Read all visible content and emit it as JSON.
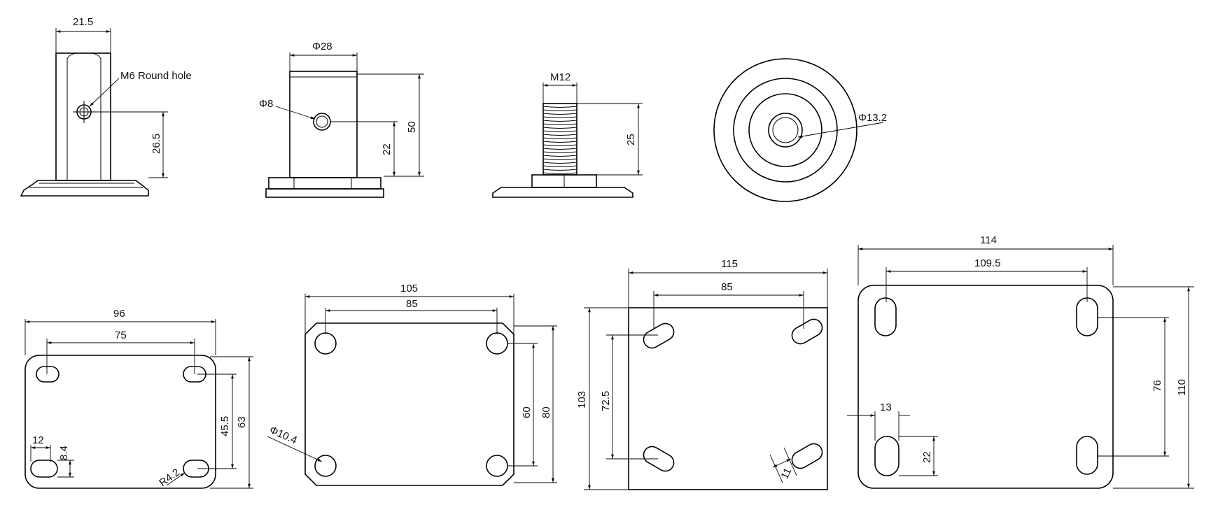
{
  "dimensions": {
    "stem_width": "21.5",
    "stem_hole_note": "M6 Round hole",
    "stem_hole_height": "26.5",
    "post_diameter": "Φ28",
    "post_hole_diameter": "Φ8",
    "post_hole_height": "22",
    "post_height": "50",
    "thread_size": "M12",
    "thread_length": "25",
    "base_center_diameter": "Φ13.2",
    "p1_width": "96",
    "p1_hole_spacing": "75",
    "p1_hole_vert": "45.5",
    "p1_height": "63",
    "p1_slot_len": "12",
    "p1_slot_w": "8.4",
    "p1_radius": "R4.2",
    "p2_width": "105",
    "p2_hole_spacing": "85",
    "p2_hole_vert": "60",
    "p2_height": "80",
    "p2_hole_diam": "Φ10.4",
    "p3_width": "115",
    "p3_hole_spacing": "85",
    "p3_hole_vert": "72.5",
    "p3_height": "103",
    "p3_slot_w": "11",
    "p4_width": "114",
    "p4_hole_spacing": "109.5",
    "p4_hole_vert": "76",
    "p4_height": "110",
    "p4_slot_w": "13",
    "p4_slot_len": "22"
  }
}
